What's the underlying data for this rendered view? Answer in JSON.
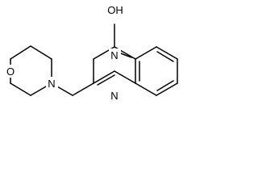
{
  "molecule": {
    "atoms": {
      "morpholine_oxygen": "O",
      "morpholine_nitrogen": "N",
      "ring_nitrogen_upper": "N",
      "ring_nitrogen_lower": "N",
      "hydroxyl": "OH"
    },
    "colors": {
      "bond": "#000000",
      "label": "#000000",
      "background": "#ffffff"
    }
  }
}
